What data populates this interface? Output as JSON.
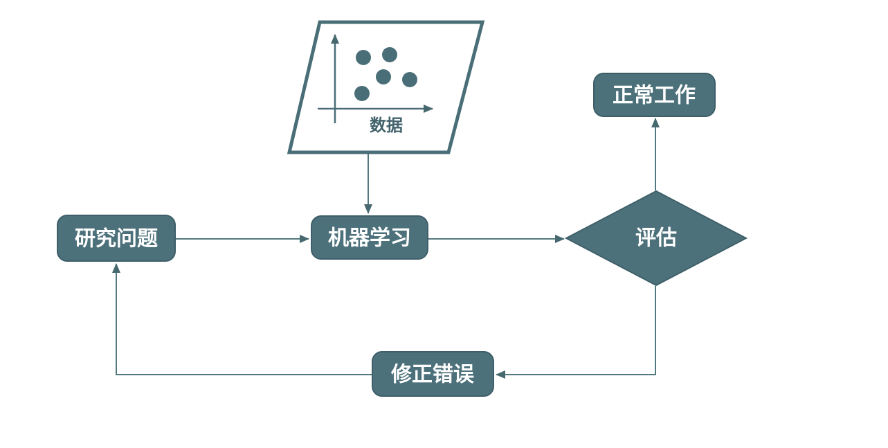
{
  "diagram": {
    "background_color": "#ffffff",
    "colors": {
      "node_fill": "#4d717b",
      "node_border": "#3e5f69",
      "node_text": "#ffffff",
      "connector": "#54787f",
      "arrowhead": "#46686f",
      "data_symbol_border": "#4a6e77",
      "data_label_text": "#43636c"
    },
    "nodes": {
      "data_input": {
        "label": "数据",
        "shape": "parallelogram",
        "icon": "scatter-plot-icon"
      },
      "research_question": {
        "label": "研究问题",
        "shape": "rounded-rectangle"
      },
      "machine_learning": {
        "label": "机器学习",
        "shape": "rounded-rectangle"
      },
      "evaluation": {
        "label": "评估",
        "shape": "diamond"
      },
      "works_normally": {
        "label": "正常工作",
        "shape": "rounded-rectangle"
      },
      "fix_errors": {
        "label": "修正错误",
        "shape": "rounded-rectangle"
      }
    },
    "edges": [
      {
        "from": "research_question",
        "to": "machine_learning",
        "arrow": true
      },
      {
        "from": "data_input",
        "to": "machine_learning",
        "arrow": true
      },
      {
        "from": "machine_learning",
        "to": "evaluation",
        "arrow": true
      },
      {
        "from": "evaluation",
        "to": "works_normally",
        "arrow": true
      },
      {
        "from": "evaluation",
        "to": "fix_errors",
        "arrow": true
      },
      {
        "from": "fix_errors",
        "to": "research_question",
        "arrow": true
      }
    ],
    "scatter_icon": {
      "point_count": 5
    }
  }
}
